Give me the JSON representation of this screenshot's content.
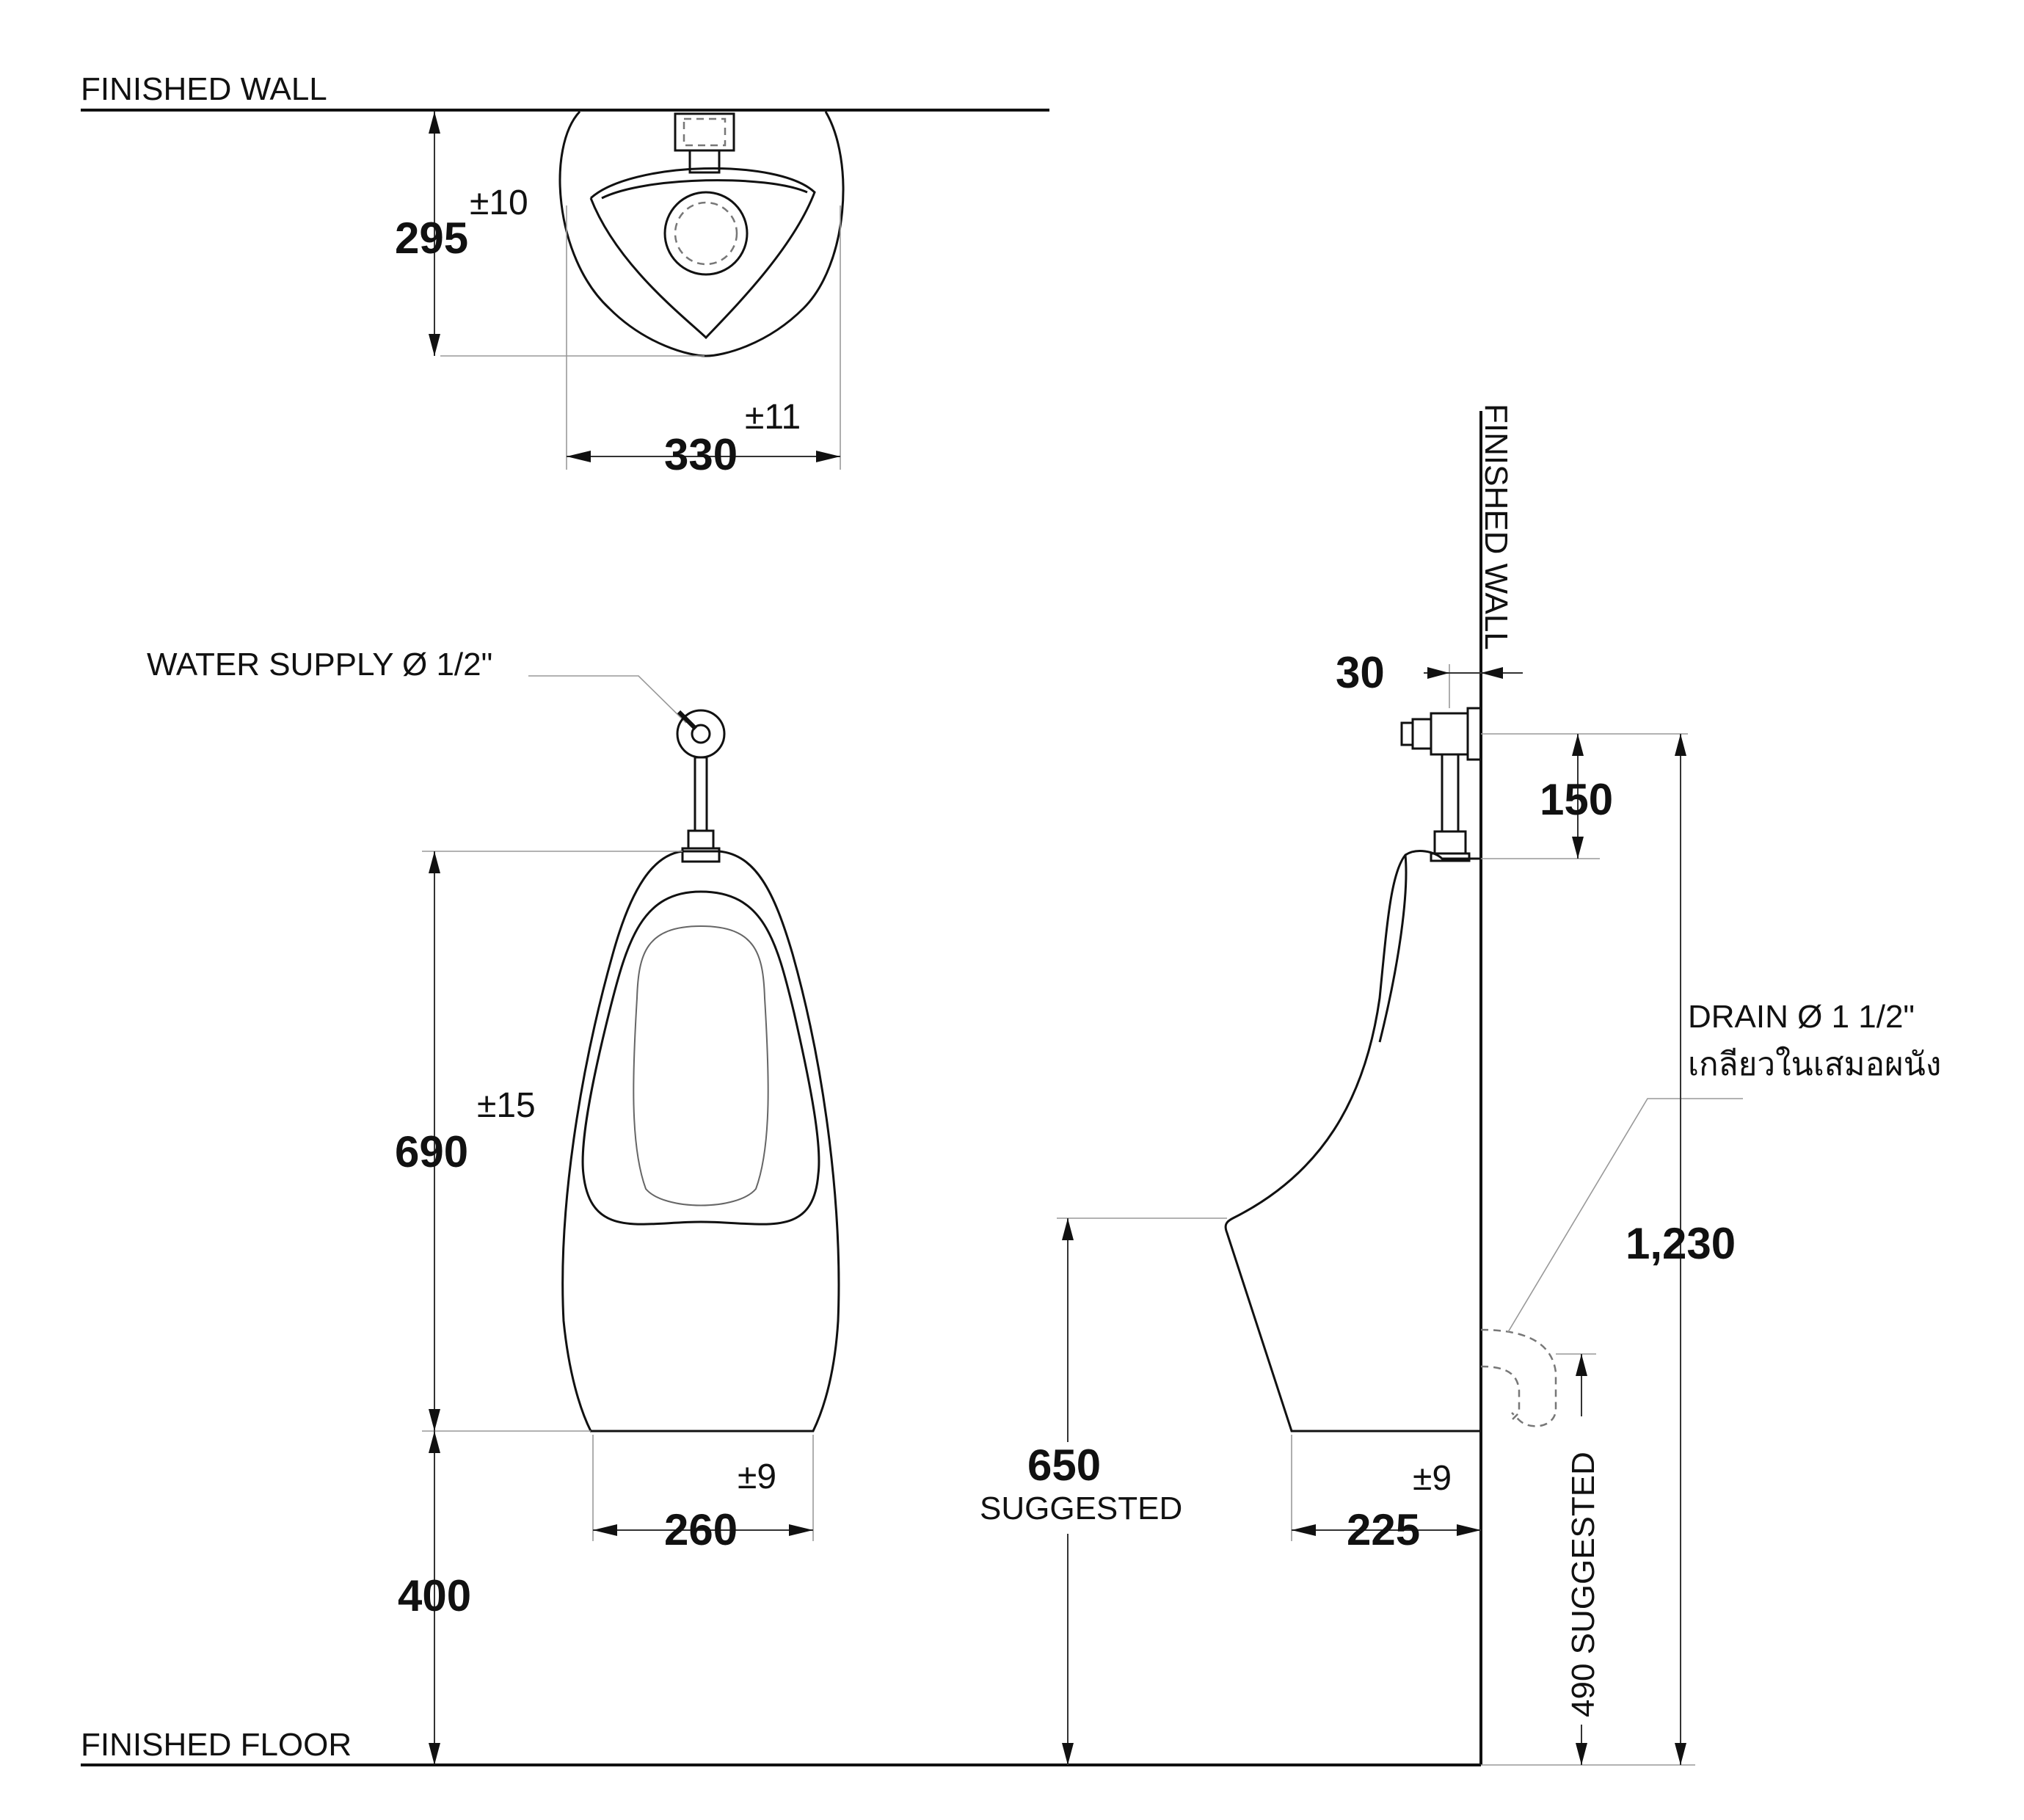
{
  "labels": {
    "finished_wall_top": "FINISHED WALL",
    "finished_wall_side": "FINISHED WALL",
    "finished_floor": "FINISHED FLOOR",
    "water_supply": "WATER SUPPLY Ø 1/2\"",
    "drain_line1": "DRAIN Ø 1 1/2\"",
    "drain_line2": "เกลียวในเสมอผนัง"
  },
  "dimensions": {
    "depth": {
      "value": "295",
      "tol": "±10"
    },
    "width_top": {
      "value": "330",
      "tol": "±11"
    },
    "height": {
      "value": "690",
      "tol": "±15"
    },
    "base_width": {
      "value": "260",
      "tol": "±9"
    },
    "floor_clearance": {
      "value": "400"
    },
    "rim_height": {
      "value": "650",
      "note": "SUGGESTED"
    },
    "base_depth": {
      "value": "225",
      "tol": "±9"
    },
    "valve_offset": {
      "value": "30"
    },
    "valve_height": {
      "value": "150"
    },
    "supply_height": {
      "value": "1,230"
    },
    "drain_height": {
      "value": "490 SUGGESTED"
    }
  }
}
